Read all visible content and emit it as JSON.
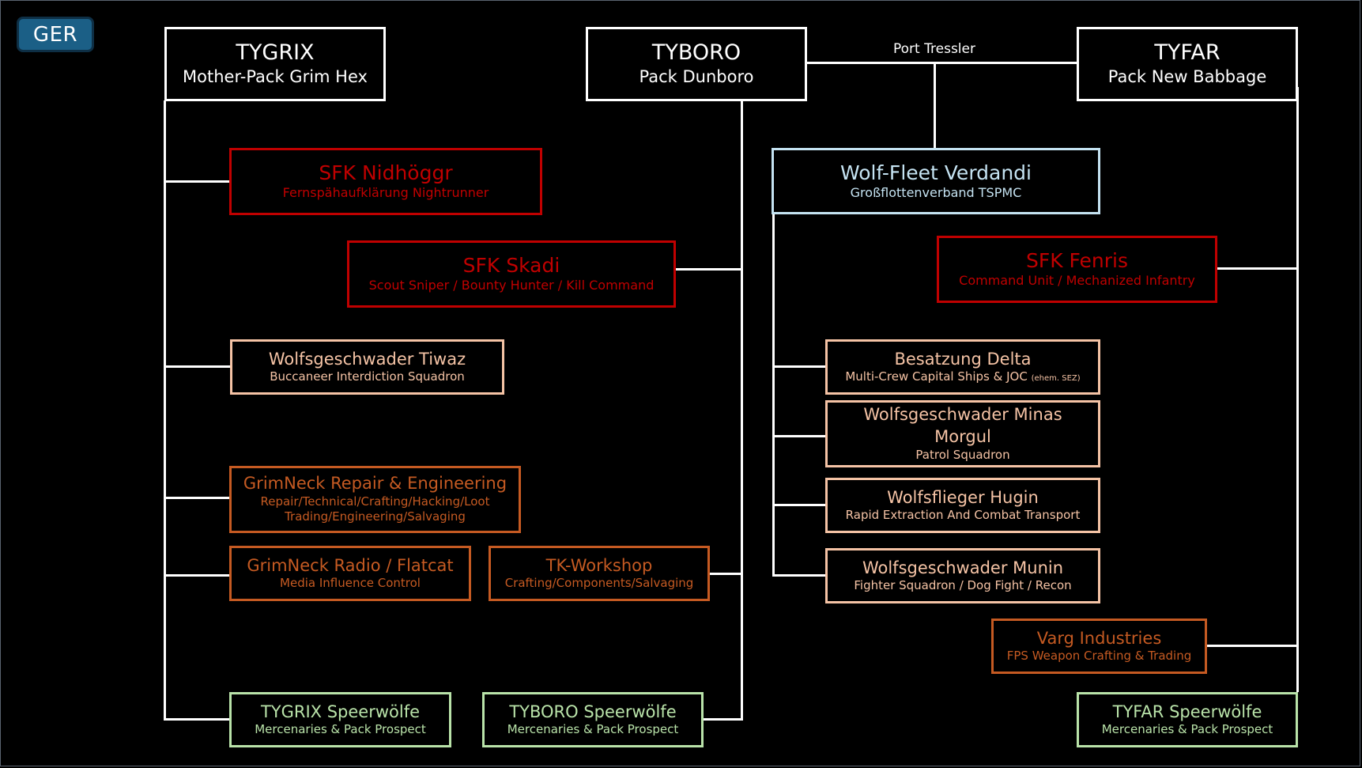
{
  "badge": {
    "label": "GER",
    "color": "#1b5f86"
  },
  "colors": {
    "command": "#ffffff",
    "special_forces": "#c00000",
    "fleet": "#c5e3f2",
    "squadron": "#f5c3a5",
    "industry": "#c55a22",
    "mercenaries": "#b9e3a9",
    "connector": "#ffffff"
  },
  "connector_label": "Port Tressler",
  "packs": {
    "tygrix": {
      "title": "TYGRIX",
      "subtitle": "Mother-Pack Grim Hex"
    },
    "tyboro": {
      "title": "TYBORO",
      "subtitle": "Pack Dunboro"
    },
    "tyfar": {
      "title": "TYFAR",
      "subtitle": "Pack New Babbage"
    }
  },
  "units": {
    "nidhoggr": {
      "title": "SFK Nidhöggr",
      "subtitle": "Fernspähaufklärung Nightrunner"
    },
    "skadi": {
      "title": "SFK Skadi",
      "subtitle": "Scout Sniper / Bounty Hunter / Kill Command"
    },
    "fenris": {
      "title": "SFK Fenris",
      "subtitle": "Command Unit /  Mechanized Infantry"
    },
    "verdandi": {
      "title": "Wolf-Fleet Verdandi",
      "subtitle": "Großflottenverband TSPMC"
    },
    "tiwaz": {
      "title": "Wolfsgeschwader Tiwaz",
      "subtitle": "Buccaneer Interdiction Squadron"
    },
    "delta": {
      "title": "Besatzung Delta",
      "subtitle": "Multi-Crew Capital Ships & JOC",
      "note": "(ehem. SEZ)"
    },
    "minas": {
      "title": "Wolfsgeschwader Minas Morgul",
      "subtitle": "Patrol Squadron"
    },
    "hugin": {
      "title": "Wolfsflieger Hugin",
      "subtitle": "Rapid Extraction And Combat Transport"
    },
    "munin": {
      "title": "Wolfsgeschwader Munin",
      "subtitle": "Fighter Squadron / Dog Fight / Recon"
    },
    "repair": {
      "title": "GrimNeck Repair & Engineering",
      "subtitle": "Repair/Technical/Crafting/Hacking/Loot",
      "subtitle2": "Trading/Engineering/Salvaging"
    },
    "radio": {
      "title": "GrimNeck Radio / Flatcat",
      "subtitle": "Media Influence Control"
    },
    "workshop": {
      "title": "TK-Workshop",
      "subtitle": "Crafting/Components/Salvaging"
    },
    "varg": {
      "title": "Varg Industries",
      "subtitle": "FPS Weapon Crafting & Trading"
    },
    "tygrix_speer": {
      "title": "TYGRIX Speerwölfe",
      "subtitle": "Mercenaries & Pack Prospect"
    },
    "tyboro_speer": {
      "title": "TYBORO Speerwölfe",
      "subtitle": "Mercenaries & Pack Prospect"
    },
    "tyfar_speer": {
      "title": "TYFAR Speerwölfe",
      "subtitle": "Mercenaries & Pack Prospect"
    }
  }
}
